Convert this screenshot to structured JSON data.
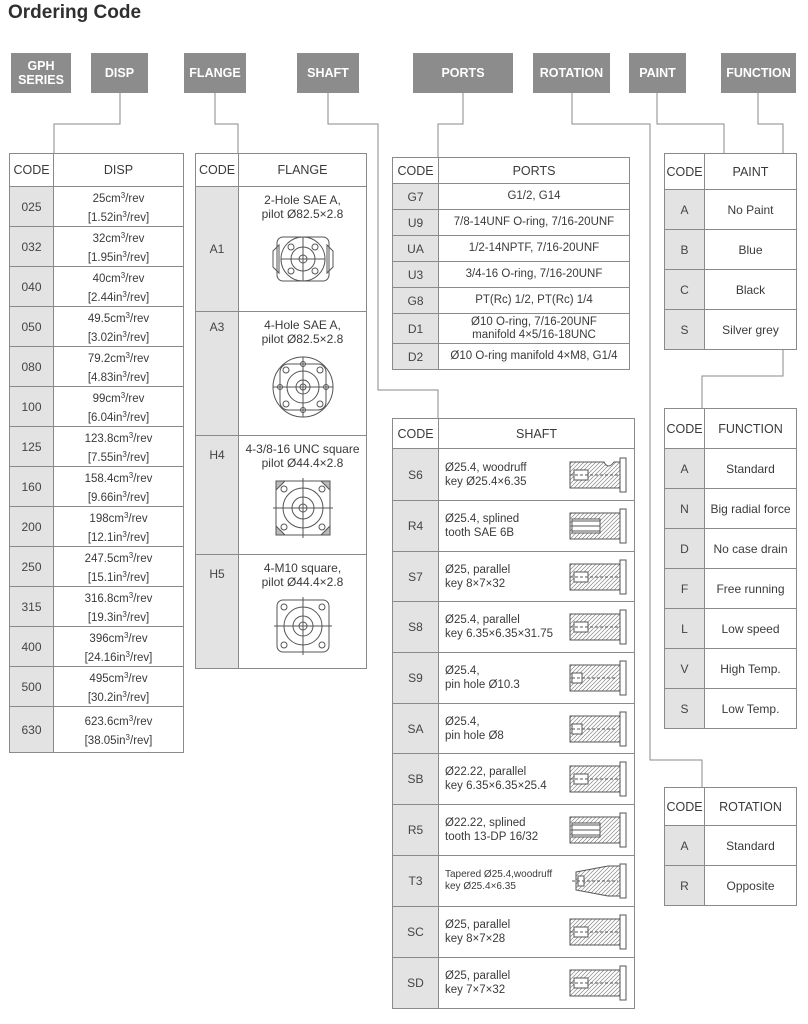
{
  "page_title": "Ordering Code",
  "headers": {
    "series": [
      "GPH",
      "SERIES"
    ],
    "disp": "DISP",
    "flange": "FLANGE",
    "shaft": "SHAFT",
    "ports": "PORTS",
    "rotation": "ROTATION",
    "paint": "PAINT",
    "function": "FUNCTION"
  },
  "disp_table": {
    "code_header": "CODE",
    "title": "DISP",
    "rows": [
      {
        "code": "025",
        "cm": "25cm",
        "in": "[1.52in",
        "cm_tail": "/rev",
        "in_tail": "/rev]"
      },
      {
        "code": "032",
        "cm": "32cm",
        "in": "[1.95in",
        "cm_tail": "/rev",
        "in_tail": "/rev]"
      },
      {
        "code": "040",
        "cm": "40cm",
        "in": "[2.44in",
        "cm_tail": "/rev",
        "in_tail": "/rev]"
      },
      {
        "code": "050",
        "cm": "49.5cm",
        "in": "[3.02in",
        "cm_tail": "/rev",
        "in_tail": "/rev]"
      },
      {
        "code": "080",
        "cm": "79.2cm",
        "in": "[4.83in",
        "cm_tail": "/rev",
        "in_tail": "/rev]"
      },
      {
        "code": "100",
        "cm": "99cm",
        "in": "[6.04in",
        "cm_tail": "/rev",
        "in_tail": "/rev]"
      },
      {
        "code": "125",
        "cm": "123.8cm",
        "in": "[7.55in",
        "cm_tail": "/rev",
        "in_tail": "/rev]"
      },
      {
        "code": "160",
        "cm": "158.4cm",
        "in": "[9.66in",
        "cm_tail": "/rev",
        "in_tail": "/rev]"
      },
      {
        "code": "200",
        "cm": "198cm",
        "in": "[12.1in",
        "cm_tail": "/rev",
        "in_tail": "/rev]"
      },
      {
        "code": "250",
        "cm": "247.5cm",
        "in": "[15.1in",
        "cm_tail": "/rev",
        "in_tail": "/rev]"
      },
      {
        "code": "315",
        "cm": "316.8cm",
        "in": "[19.3in",
        "cm_tail": "/rev",
        "in_tail": "/rev]"
      },
      {
        "code": "400",
        "cm": "396cm",
        "in": "[24.16in",
        "cm_tail": "/rev",
        "in_tail": "/rev]"
      },
      {
        "code": "500",
        "cm": "495cm",
        "in": "[30.2in",
        "cm_tail": "/rev",
        "in_tail": "/rev]"
      },
      {
        "code": "630",
        "cm": "623.6cm",
        "in": "[38.05in",
        "cm_tail": "/rev",
        "in_tail": "/rev]"
      }
    ],
    "superscript": "3"
  },
  "flange_table": {
    "code_header": "CODE",
    "title": "FLANGE",
    "rows": [
      {
        "code": "A1",
        "line1": "2-Hole SAE A,",
        "line2": "pilot Ø82.5×2.8"
      },
      {
        "code": "A3",
        "line1": "4-Hole SAE A,",
        "line2": "pilot Ø82.5×2.8"
      },
      {
        "code": "H4",
        "line1": "4-3/8-16 UNC square",
        "line2": "pilot Ø44.4×2.8"
      },
      {
        "code": "H5",
        "line1": "4-M10 square,",
        "line2": "pilot Ø44.4×2.8"
      }
    ]
  },
  "ports_table": {
    "code_header": "CODE",
    "title": "PORTS",
    "rows": [
      {
        "code": "G7",
        "line1": "G1/2, G14",
        "line2": ""
      },
      {
        "code": "U9",
        "line1": "7/8-14UNF O-ring, 7/16-20UNF",
        "line2": ""
      },
      {
        "code": "UA",
        "line1": "1/2-14NPTF, 7/16-20UNF",
        "line2": ""
      },
      {
        "code": "U3",
        "line1": "3/4-16 O-ring, 7/16-20UNF",
        "line2": ""
      },
      {
        "code": "G8",
        "line1": "PT(Rc) 1/2, PT(Rc) 1/4",
        "line2": ""
      },
      {
        "code": "D1",
        "line1": "Ø10 O-ring, 7/16-20UNF",
        "line2": "manifold 4×5/16-18UNC"
      },
      {
        "code": "D2",
        "line1": "Ø10 O-ring manifold 4×M8, G1/4",
        "line2": ""
      }
    ]
  },
  "shaft_table": {
    "code_header": "CODE",
    "title": "SHAFT",
    "rows": [
      {
        "code": "S6",
        "line1": "Ø25.4, woodruff",
        "line2": "key Ø25.4×6.35",
        "icon": "woodruff-shaft-icon"
      },
      {
        "code": "R4",
        "line1": "Ø25.4, splined",
        "line2": "tooth SAE 6B",
        "icon": "splined-shaft-icon"
      },
      {
        "code": "S7",
        "line1": "Ø25, parallel",
        "line2": "key 8×7×32",
        "icon": "parallel-key-shaft-icon"
      },
      {
        "code": "S8",
        "line1": "Ø25.4, parallel",
        "line2": "key 6.35×6.35×31.75",
        "icon": "parallel-key-shaft-icon"
      },
      {
        "code": "S9",
        "line1": "Ø25.4,",
        "line2": "pin hole Ø10.3",
        "icon": "pin-hole-shaft-icon"
      },
      {
        "code": "SA",
        "line1": "Ø25.4,",
        "line2": "pin hole Ø8",
        "icon": "pin-hole-shaft-icon"
      },
      {
        "code": "SB",
        "line1": "Ø22.22, parallel",
        "line2": "key 6.35×6.35×25.4",
        "icon": "parallel-key-shaft-icon"
      },
      {
        "code": "R5",
        "line1": "Ø22.22, splined",
        "line2": "tooth 13-DP 16/32",
        "icon": "splined-shaft-icon"
      },
      {
        "code": "T3",
        "line1": "Tapered Ø25.4,woodruff",
        "line2": "key Ø25.4×6.35",
        "icon": "tapered-shaft-icon"
      },
      {
        "code": "SC",
        "line1": "Ø25, parallel",
        "line2": "key 8×7×28",
        "icon": "parallel-key-shaft-icon"
      },
      {
        "code": "SD",
        "line1": "Ø25, parallel",
        "line2": "key 7×7×32",
        "icon": "parallel-key-shaft-icon"
      }
    ]
  },
  "paint_table": {
    "code_header": "CODE",
    "title": "PAINT",
    "rows": [
      {
        "code": "A",
        "value": "No Paint"
      },
      {
        "code": "B",
        "value": "Blue"
      },
      {
        "code": "C",
        "value": "Black"
      },
      {
        "code": "S",
        "value": "Silver grey"
      }
    ]
  },
  "function_table": {
    "code_header": "CODE",
    "title": "FUNCTION",
    "rows": [
      {
        "code": "A",
        "value": "Standard"
      },
      {
        "code": "N",
        "value": "Big radial force"
      },
      {
        "code": "D",
        "value": "No case drain"
      },
      {
        "code": "F",
        "value": "Free running"
      },
      {
        "code": "L",
        "value": "Low speed"
      },
      {
        "code": "V",
        "value": "High Temp."
      },
      {
        "code": "S",
        "value": "Low Temp."
      }
    ]
  },
  "rotation_table": {
    "code_header": "CODE",
    "title": "ROTATION",
    "rows": [
      {
        "code": "A",
        "value": "Standard"
      },
      {
        "code": "R",
        "value": "Opposite"
      }
    ]
  },
  "colors": {
    "header_fill": "#8c8c8c",
    "code_cell_fill": "#e3e3e3",
    "border": "#8a8a8a",
    "text": "#3a3a3a"
  }
}
